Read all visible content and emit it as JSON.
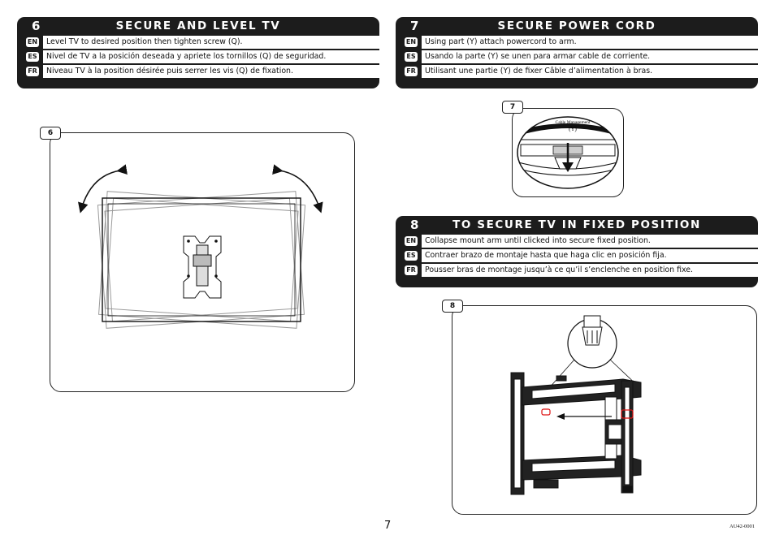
{
  "steps": [
    {
      "number": "6",
      "title": "SECURE AND LEVEL TV",
      "rows": [
        {
          "lang": "EN",
          "text": "Level TV to desired position then tighten screw (Q)."
        },
        {
          "lang": "ES",
          "text": "Nivel de TV a la posición deseada y apriete los tornillos (Q) de seguridad."
        },
        {
          "lang": "FR",
          "text": "Niveau TV à la position désirée puis serrer les vis (Q) de fixation."
        }
      ],
      "figure_tag": "6"
    },
    {
      "number": "7",
      "title": "SECURE POWER CORD",
      "rows": [
        {
          "lang": "EN",
          "text": "Using part (Y) attach powercord to arm."
        },
        {
          "lang": "ES",
          "text": "Usando la parte (Y) se unen para armar cable de corriente."
        },
        {
          "lang": "FR",
          "text": "Utilisant une partie (Y) de fixer Câble d’alimentation à bras."
        }
      ],
      "figure_tag": "7",
      "figure_label": "Cable Management",
      "figure_part": "(Y)"
    },
    {
      "number": "8",
      "title": "TO SECURE TV IN FIXED POSITION",
      "rows": [
        {
          "lang": "EN",
          "text": "Collapse mount arm until clicked into secure fixed position."
        },
        {
          "lang": "ES",
          "text": "Contraer brazo de montaje hasta que haga clic en posición fija."
        },
        {
          "lang": "FR",
          "text": "Pousser bras de montage jusqu’à ce qu’il s’enclenche en position fixe."
        }
      ],
      "figure_tag": "8"
    }
  ],
  "page_number": "7",
  "doc_code": "AU42-0001"
}
